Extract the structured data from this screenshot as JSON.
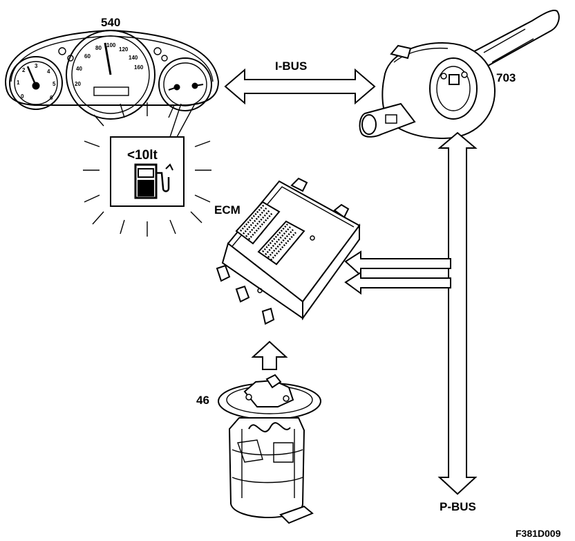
{
  "labels": {
    "instrument_cluster": "540",
    "steering_module": "703",
    "ecm": "ECM",
    "fuel_pump": "46",
    "ibus": "I-BUS",
    "pbus": "P-BUS",
    "figure_code": "F381D009",
    "fuel_warning": "<10lt"
  },
  "gauges": {
    "speedo_ticks": [
      "20",
      "40",
      "60",
      "80",
      "100",
      "120",
      "140",
      "160"
    ],
    "tacho_ticks": [
      "0",
      "1",
      "2",
      "3",
      "4",
      "5",
      "6"
    ]
  }
}
